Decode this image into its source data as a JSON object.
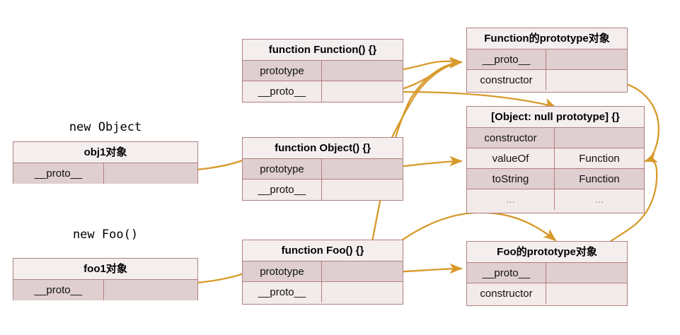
{
  "diagram": {
    "title": "JavaScript prototype chain diagram",
    "accent_color": "#d79a2b",
    "border_color": "#b08080",
    "row_shade_dark": "#e0cfd0",
    "row_shade_light": "#f3eaea"
  },
  "captions": {
    "new_object": "new Object",
    "new_foo": "new Foo()"
  },
  "boxes": {
    "obj1": {
      "header": "obj1对象",
      "rows": [
        {
          "key": "__proto__",
          "value": ""
        }
      ]
    },
    "foo1": {
      "header": "foo1对象",
      "rows": [
        {
          "key": "__proto__",
          "value": ""
        }
      ]
    },
    "fn_function": {
      "header": "function Function() {}",
      "rows": [
        {
          "key": "prototype",
          "value": ""
        },
        {
          "key": "__proto__",
          "value": ""
        }
      ]
    },
    "fn_object": {
      "header": "function Object() {}",
      "rows": [
        {
          "key": "prototype",
          "value": ""
        },
        {
          "key": "__proto__",
          "value": ""
        }
      ]
    },
    "fn_foo": {
      "header": "function Foo() {}",
      "rows": [
        {
          "key": "prototype",
          "value": ""
        },
        {
          "key": "__proto__",
          "value": ""
        }
      ]
    },
    "function_prototype": {
      "header": "Function的prototype对象",
      "rows": [
        {
          "key": "__proto__",
          "value": ""
        },
        {
          "key": "constructor",
          "value": ""
        }
      ]
    },
    "null_prototype": {
      "header": "[Object: null prototype] {}",
      "rows": [
        {
          "key": "constructor",
          "value": ""
        },
        {
          "key": "valueOf",
          "value": "Function"
        },
        {
          "key": "toString",
          "value": "Function"
        },
        {
          "key": "...",
          "value": "..."
        }
      ]
    },
    "foo_prototype": {
      "header": "Foo的prototype对象",
      "rows": [
        {
          "key": "__proto__",
          "value": ""
        },
        {
          "key": "constructor",
          "value": ""
        }
      ]
    }
  },
  "connections": [
    {
      "from": "obj1.__proto__",
      "to": "fn_object.prototype"
    },
    {
      "from": "foo1.__proto__",
      "to": "fn_foo.prototype"
    },
    {
      "from": "fn_function.prototype",
      "to": "function_prototype.__proto__"
    },
    {
      "from": "fn_function.__proto__",
      "to": "function_prototype.__proto__"
    },
    {
      "from": "fn_object.prototype",
      "to": "null_prototype.valueOf"
    },
    {
      "from": "fn_object.__proto__",
      "to": "function_prototype.__proto__"
    },
    {
      "from": "fn_foo.prototype",
      "to": "foo_prototype.__proto__"
    },
    {
      "from": "fn_foo.__proto__",
      "to": "function_prototype.__proto__"
    },
    {
      "from": "function_prototype.__proto__value",
      "to": "null_prototype.valueOf"
    },
    {
      "from": "foo_prototype.header",
      "to": "null_prototype.valueOf"
    }
  ]
}
